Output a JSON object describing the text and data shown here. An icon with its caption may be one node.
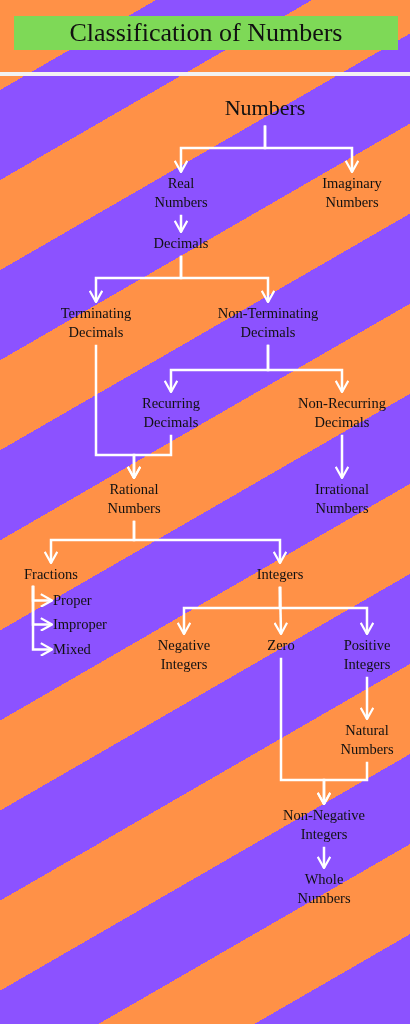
{
  "diagram": {
    "title": "Classification of Numbers",
    "nodes": [
      {
        "text": [
          "Numbers"
        ]
      },
      {
        "text": [
          "Real Numbers"
        ]
      },
      {
        "text": [
          "Imaginary Numbers"
        ]
      },
      {
        "text": [
          "Decimals"
        ]
      },
      {
        "text": [
          "Terminating Decimals"
        ]
      },
      {
        "text": [
          "Non-Terminating Decimals"
        ]
      },
      {
        "text": [
          "Recurring Decimals"
        ]
      },
      {
        "text": [
          "Non-Recurring Decimals"
        ]
      },
      {
        "text": [
          "Rational Numbers"
        ]
      },
      {
        "text": [
          "Irrational Numbers"
        ]
      },
      {
        "text": [
          "Fractions"
        ]
      },
      {
        "text": [
          "Integers"
        ]
      },
      {
        "text": [
          "Proper"
        ]
      },
      {
        "text": [
          "Improper"
        ]
      },
      {
        "text": [
          "Mixed"
        ]
      },
      {
        "text": [
          "Negative Integers"
        ]
      },
      {
        "text": [
          "Zero"
        ]
      },
      {
        "text": [
          "Positive Integers"
        ]
      },
      {
        "text": [
          "Natural Numbers"
        ]
      },
      {
        "text": [
          "Non-Negative Integers"
        ]
      },
      {
        "text": [
          "Whole Numbers"
        ]
      }
    ],
    "edges": [
      {
        "from": 0,
        "to": 1,
        "arrow": "to"
      },
      {
        "from": 0,
        "to": 2,
        "arrow": "to"
      },
      {
        "from": 1,
        "to": 3,
        "arrow": "to"
      },
      {
        "from": 3,
        "to": 4,
        "arrow": "to"
      },
      {
        "from": 3,
        "to": 5,
        "arrow": "to"
      },
      {
        "from": 5,
        "to": 6,
        "arrow": "to"
      },
      {
        "from": 5,
        "to": 7,
        "arrow": "to"
      },
      {
        "from": 4,
        "to": 8,
        "arrow": "to"
      },
      {
        "from": 6,
        "to": 8,
        "arrow": "to"
      },
      {
        "from": 7,
        "to": 9,
        "arrow": "to"
      },
      {
        "from": 8,
        "to": 10,
        "arrow": "to"
      },
      {
        "from": 8,
        "to": 11,
        "arrow": "to"
      },
      {
        "from": 10,
        "to": 12,
        "arrow": "to"
      },
      {
        "from": 10,
        "to": 13,
        "arrow": "to"
      },
      {
        "from": 10,
        "to": 14,
        "arrow": "to"
      },
      {
        "from": 11,
        "to": 15,
        "arrow": "to"
      },
      {
        "from": 11,
        "to": 16,
        "arrow": "to"
      },
      {
        "from": 11,
        "to": 17,
        "arrow": "to"
      },
      {
        "from": 17,
        "to": 18,
        "arrow": "to"
      },
      {
        "from": 16,
        "to": 19,
        "arrow": "to"
      },
      {
        "from": 18,
        "to": 19,
        "arrow": "to"
      },
      {
        "from": 19,
        "to": 20,
        "arrow": "to"
      }
    ]
  }
}
